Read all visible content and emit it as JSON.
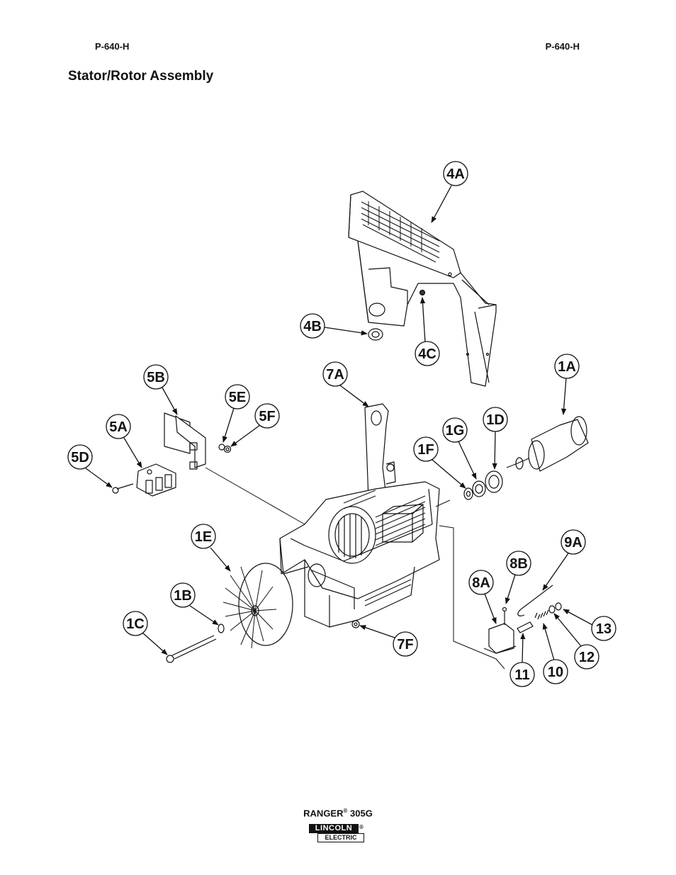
{
  "header": {
    "left_code": "P-640-H",
    "right_code": "P-640-H"
  },
  "page_title": "Stator/Rotor Assembly",
  "callouts": {
    "c4A": "4A",
    "c4B": "4B",
    "c4C": "4C",
    "c5B": "5B",
    "c5E": "5E",
    "c5F": "5F",
    "c5A": "5A",
    "c5D": "5D",
    "c7A": "7A",
    "c1A": "1A",
    "c1D": "1D",
    "c1G": "1G",
    "c1F": "1F",
    "c1E": "1E",
    "c1B": "1B",
    "c1C": "1C",
    "c7F": "7F",
    "c9A": "9A",
    "c8B": "8B",
    "c8A": "8A",
    "c13": "13",
    "c12": "12",
    "c10": "10",
    "c11": "11"
  },
  "footer": {
    "model": "RANGER",
    "model_reg": "®",
    "model_number": "305G",
    "logo_top": "LINCOLN",
    "logo_reg": "®",
    "logo_bottom": "ELECTRIC"
  }
}
